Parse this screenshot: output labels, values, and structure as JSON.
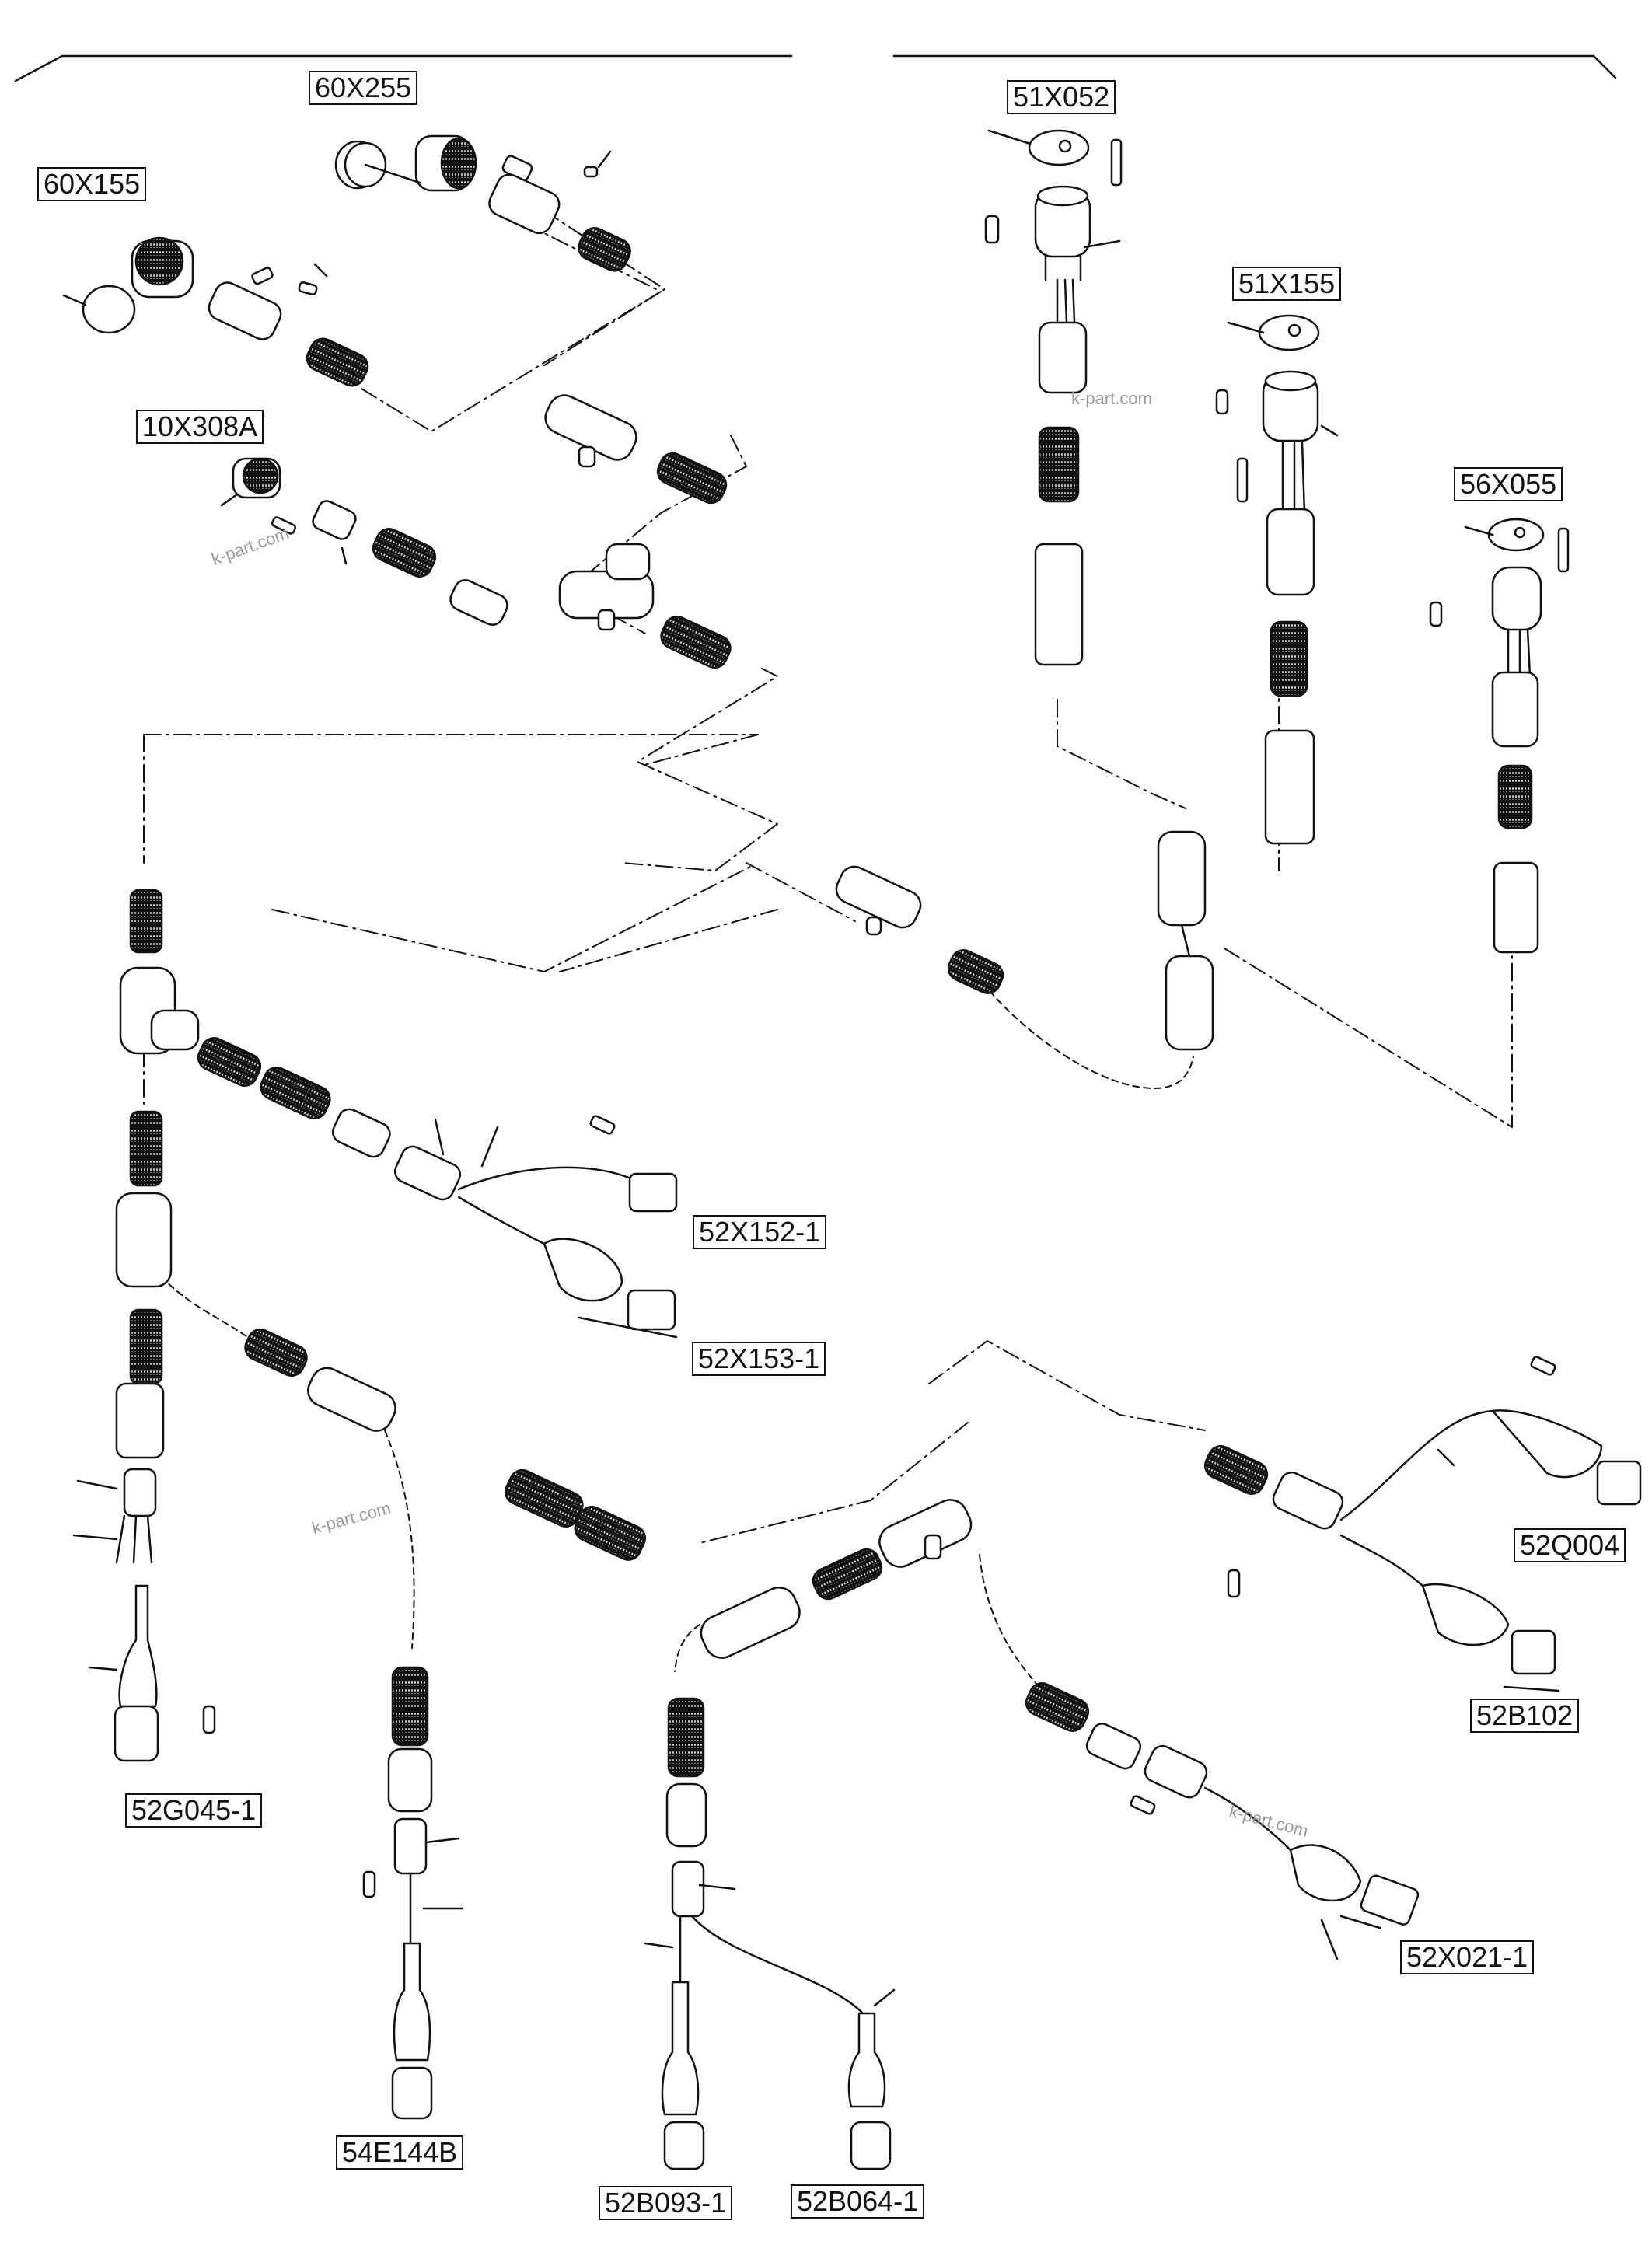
{
  "labels": {
    "l60x255": "60X255",
    "l60x155": "60X155",
    "l10x308a": "10X308A",
    "l51x052": "51X052",
    "l51x155": "51X155",
    "l56x055": "56X055",
    "l52x152": "52X152-1",
    "l52x153": "52X153-1",
    "l52q004": "52Q004",
    "l52b102": "52B102",
    "l52g045": "52G045-1",
    "l52x021": "52X021-1",
    "l54e144b": "54E144B",
    "l52b093": "52B093-1",
    "l52b064": "52B064-1"
  },
  "watermark": "k-part.com"
}
